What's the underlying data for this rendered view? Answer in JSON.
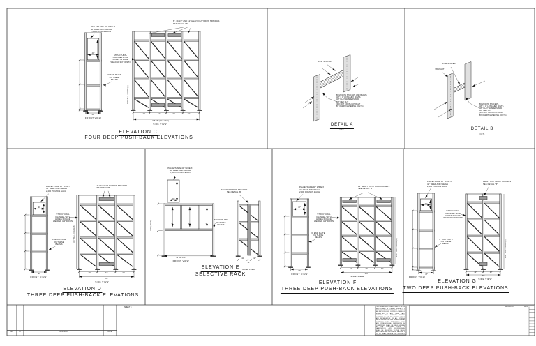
{
  "sheet": {
    "sheet_note": "SHEET 4",
    "revision_table": {
      "no": "NO.",
      "by": "BY",
      "revision": "REVISION",
      "date": "DATE"
    },
    "title_block": {
      "drawn_by": "DRAWN BY",
      "date": "DATE"
    },
    "disclaimer": "THIS DRAWING IS THE PROPERTY OF THE SELLER AND IS LOANED SUBJECT TO RETURN UPON DEMAND AND IS NOT TO BE REPRODUCED, COPIED, LOANED OR SUBMITTED TO ANY THIRD PARTY WITHOUT THE EXPRESS WRITTEN CONSENT OF THE SELLER. THE DESIGN AND INSTALLATION OF ALL STORAGE RACK SHOWN ON THIS DRAWING SHALL CONFORM TO ALL APPLICABLE CODES AND STANDARDS. ALL DIMENSIONS AND CONDITIONS SHALL BE FIELD VERIFIED BY THE CUSTOMER PRIOR TO FABRICATION. ANY DISCREPANCIES SHALL BE REPORTED TO THE SELLER BEFORE WORK PROCEEDS. FAILURE TO DO SO SHALL RELIEVE THE SELLER OF ANY RESPONSIBILITY FOR ERRORS OR OMISSIONS."
  },
  "shared_notes": {
    "pallets": "PALLETS ARE 40\" WIDE X\n48\" DEEP AND WEIGH\n2,400 POUNDS EACH",
    "structural_channel": "STRUCTURAL\nCHANNEL WITH\nHOLES IN FACE\nWELDED 3/4\" DOWN",
    "end_plate": "6\" END PLATE\nON THESE\nBEAMS",
    "front_view": "FRONT VIEW",
    "side_view": "SIDE VIEW"
  },
  "shared_dims": {
    "pallet_width": "40\"",
    "front_width": "48\""
  },
  "elevation_c": {
    "title": "ELEVATION C",
    "subtitle": "FOUR DEEP PUSH-BACK ELEVATIONS",
    "row_spacer_note": "8\", 10-1/2\" AND 12\" HEAVY DUTY ROW SPACERS\nSEE DETAIL \"B\"",
    "bay_dims": "42\" 42\" 42\" 42\"",
    "overall_dim": "155-5/8\" (12'-11-5/8\")",
    "frame_height": "240\" TALL FRAME(S)"
  },
  "detail_a": {
    "title": "DETAIL A",
    "scale": "N.T.S.",
    "row_spacer_label": "ROW SPACER",
    "bolt_note": "BOLT ROW SPACERS AND BEAMS\n3/8\" X 4\" LONG HEX BOLTS,\n3/8\" FLAT WASHERS AND\n3/8\" HEX NUT\n(DO NOT CRUSH UPRIGHT\nBY OVERTIGHTENING BOLTS)"
  },
  "detail_b": {
    "title": "DETAIL B",
    "scale": "N.T.S.",
    "row_spacer_label": "ROW SPACER",
    "upright_label": "UPRIGHT",
    "bolt_note": "BOLT ROW SPACERS,\n3/8\" X 4\" LONG HEX BOLTS,\n3/8\" FLAT WASHERS AND\n3/8\" HEX NUT\n(DO NOT CRUSH UPRIGHT\nBY OVERTIGHTENING BOLTS)"
  },
  "elevation_d": {
    "title": "ELEVATION D",
    "subtitle": "THREE DEEP PUSH-BACK ELEVATIONS",
    "row_spacer_note": "12\" HEAVY DUTY ROW SPACERS\nSEE DETAIL \"B\"",
    "bay_dims": "42\" 42\" 42\"",
    "overall_dim": "126\"",
    "frame_height": "228\" TALL FRAME(S)"
  },
  "elevation_e": {
    "title": "ELEVATION E",
    "subtitle": "SELECTIVE RACK",
    "row_spacer_note": "STANDARD ROW SPACERS\nSEE DETAIL \"B\"",
    "bay_height": "42\"",
    "overall_dim": "96\" OR 144\"",
    "side_dims": "42\" 42\"",
    "spacer_dim": "12\"",
    "frame_height": "120\" (10'-0\")"
  },
  "elevation_f": {
    "title": "ELEVATION F",
    "subtitle": "THREE DEEP PUSH-BACK ELEVATIONS",
    "row_spacer_note": "12\" HEAVY DUTY ROW SPACERS\nSEE DETAIL \"B\"",
    "bay_dims": "42\" 42\" 42\"",
    "overall_dim": "126\"",
    "frame_height": "240\" TALL FRAME(S)"
  },
  "elevation_g": {
    "title": "ELEVATION G",
    "subtitle": "TWO DEEP PUSH-BACK ELEVATIONS",
    "row_spacer_note": "HEAVY DUTY ROW SPACERS\nSEE DETAIL \"B\"",
    "bay_dims": "42\" 42\"",
    "overall_dim": "84\"",
    "frame_height": "228\" TALL FRAME(S)"
  }
}
